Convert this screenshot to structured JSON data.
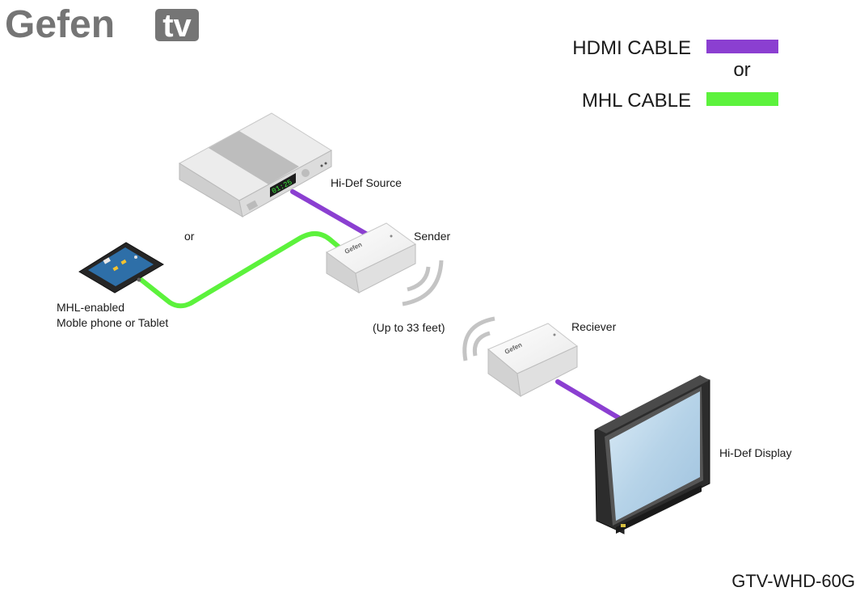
{
  "brand": {
    "name": "Gefen",
    "suffix": "tv"
  },
  "legend": {
    "hdmi_label": "HDMI CABLE",
    "or_label": "or",
    "mhl_label": "MHL CABLE",
    "hdmi_color": "#8b3fd1",
    "mhl_color": "#5cf23c"
  },
  "devices": {
    "source_label": "Hi-Def Source",
    "source_display": "01:25",
    "source_or": "or",
    "sender_label": "Sender",
    "tablet_label_line1": "MHL-enabled",
    "tablet_label_line2": "Moble phone or Tablet",
    "range_label": "(Up to 33 feet)",
    "receiver_label": "Reciever",
    "display_label": "Hi-Def Display",
    "unit_logo": "Gefen"
  },
  "model": "GTV-WHD-60G"
}
